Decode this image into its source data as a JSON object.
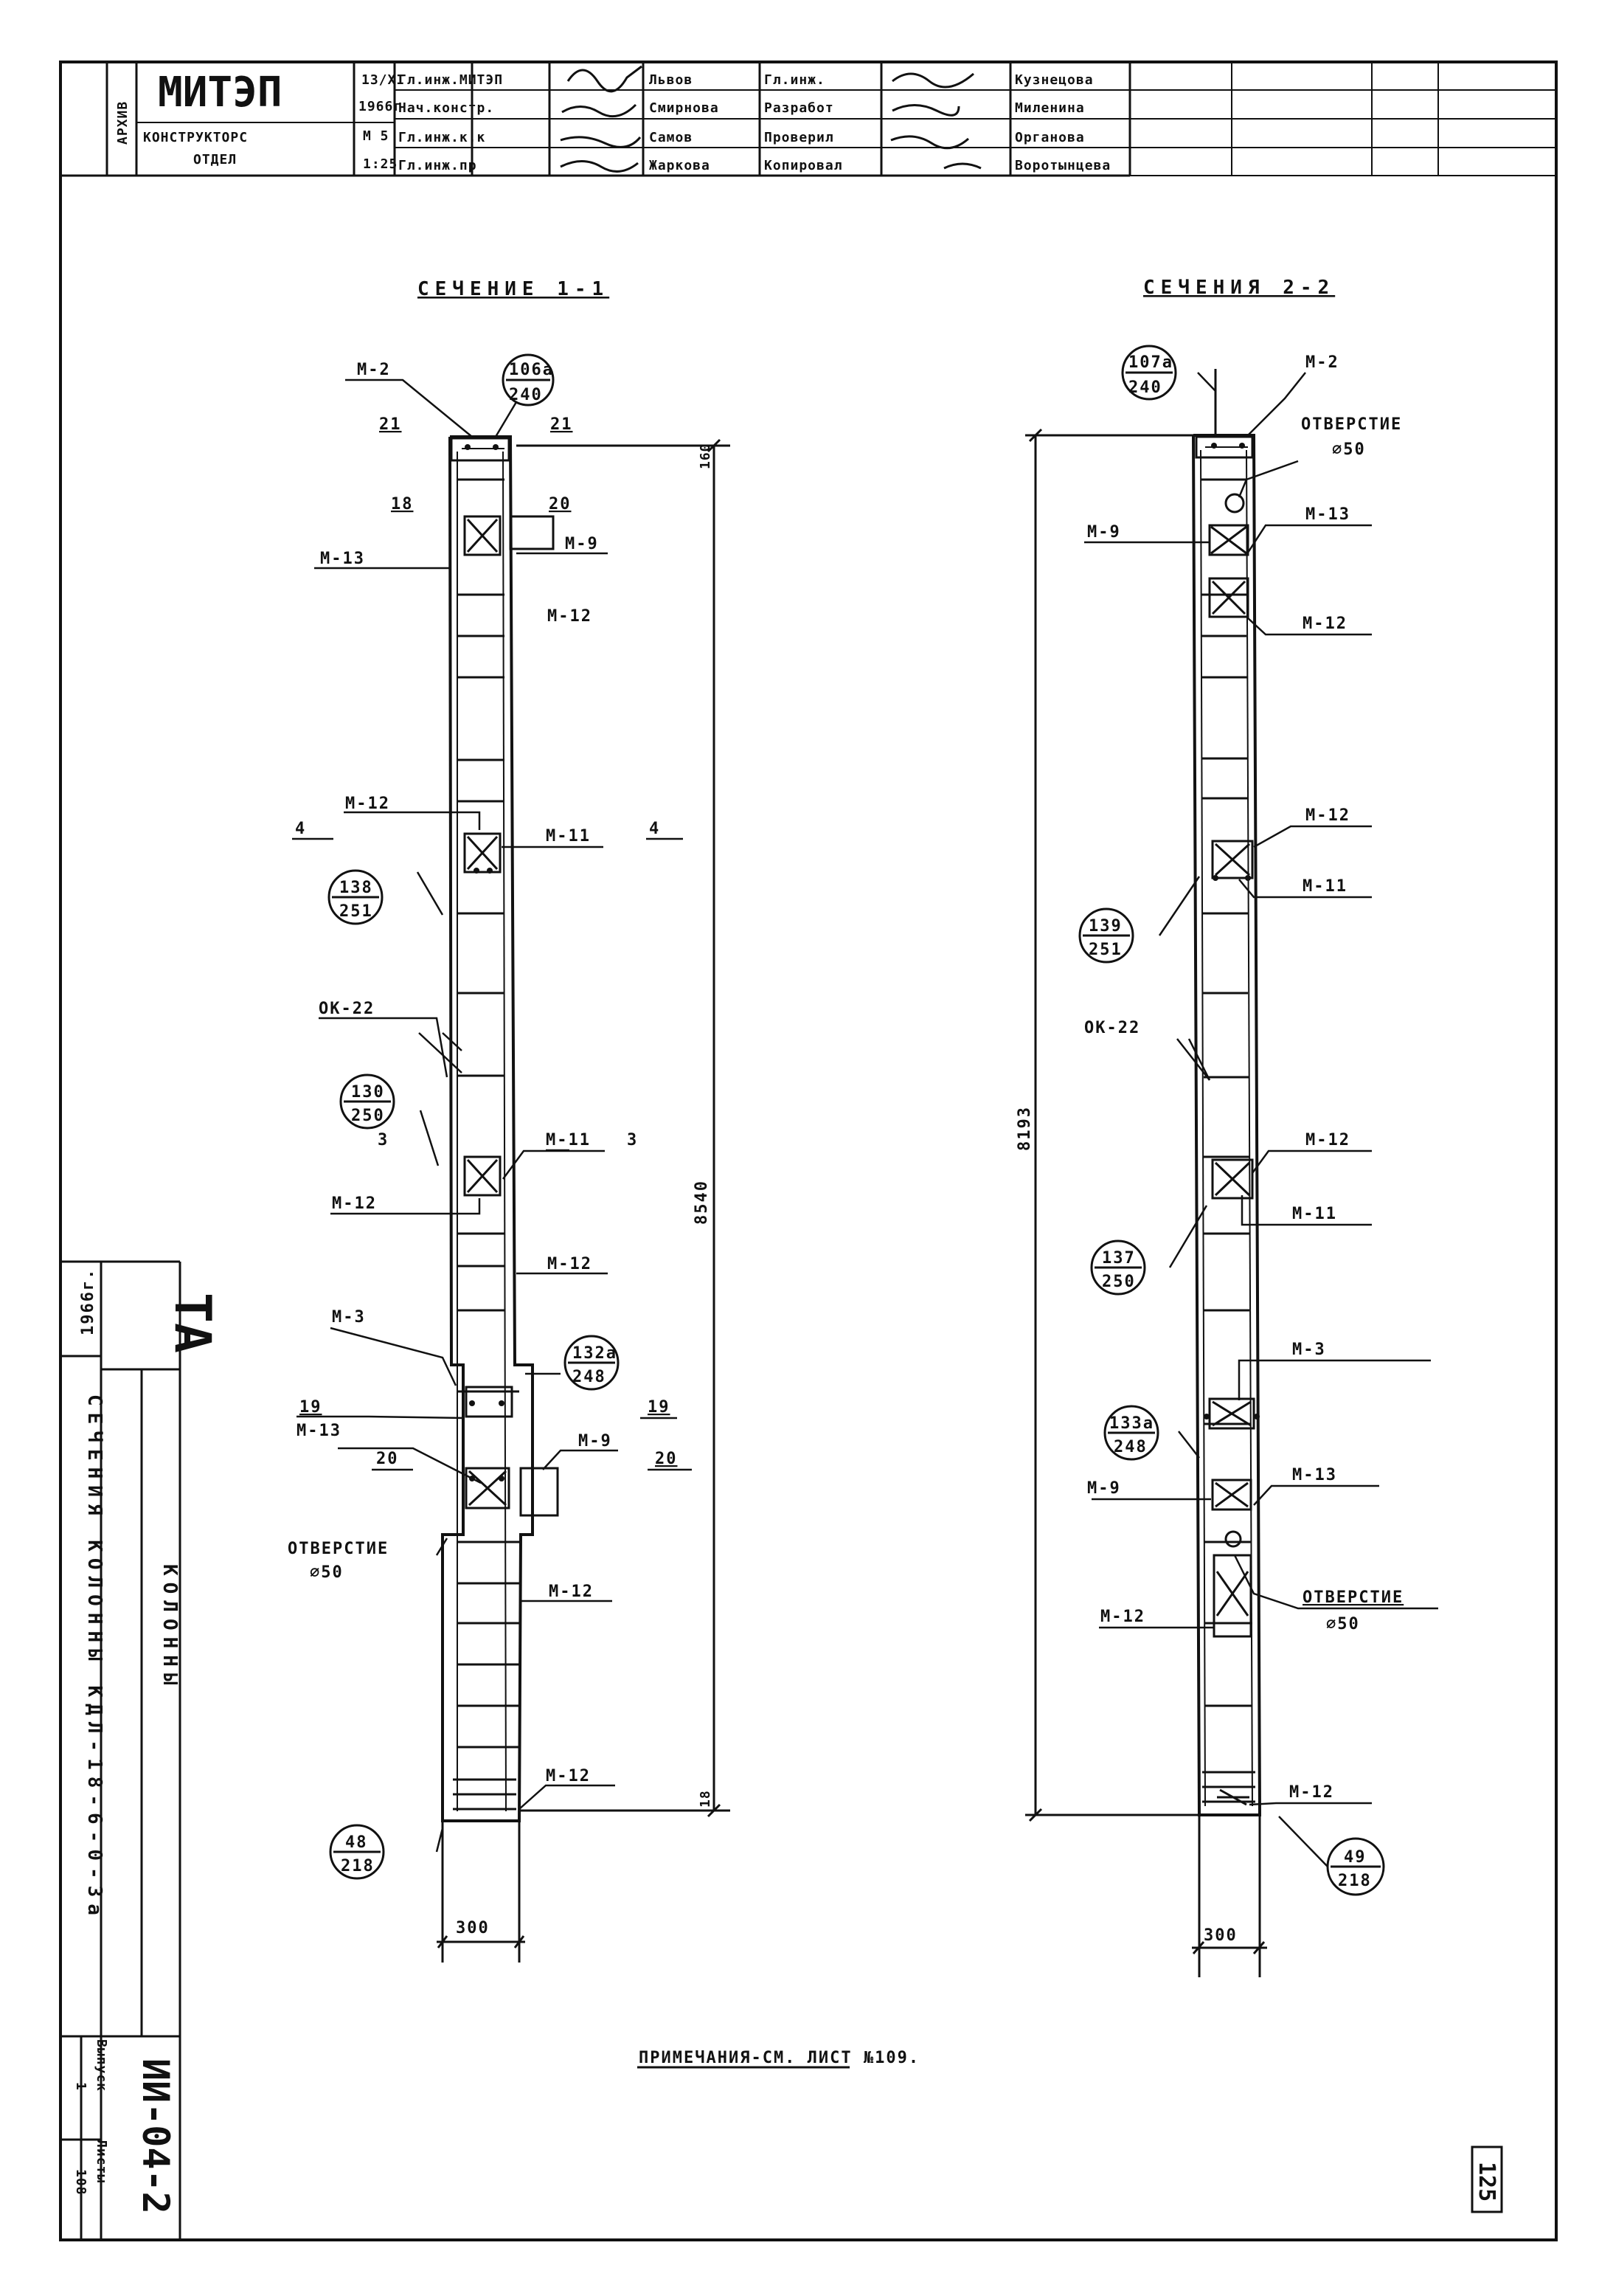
{
  "title_block": {
    "side_label": "АРХИВ",
    "org_name": "МИТЭП",
    "org_dept_1": "КОНСТРУКТОРС",
    "org_dept_2": "ОТДЕЛ",
    "date_1": "13/XI",
    "date_2": "1966г",
    "scale_1": "М 5",
    "scale_2": "1:25",
    "roles_left": [
      "Гл.инж.МИТЭП",
      "Нач.констр.",
      "Гл.инж.к.к",
      "Гл.инж.пр"
    ],
    "names_left": [
      "Львов",
      "Смирнова",
      "Самов",
      "Жаркова"
    ],
    "roles_right": [
      "Гл.инж.",
      "Разработ",
      "Проверил",
      "Копировал"
    ],
    "names_right": [
      "Кузнецова",
      "Миленина",
      "Органова",
      "Воротынцева"
    ]
  },
  "section_left": {
    "title": "СЕЧЕНИЕ 1-1",
    "height_dim": "8540",
    "top_dim": "160",
    "bottom_dim": "18",
    "width_dim": "300",
    "bubbles": [
      {
        "top": "106а",
        "bottom": "240"
      },
      {
        "top": "138",
        "bottom": "251"
      },
      {
        "top": "130",
        "bottom": "250"
      },
      {
        "top": "132а",
        "bottom": "248"
      },
      {
        "top": "48",
        "bottom": "218"
      }
    ],
    "labels": {
      "m2": "М-2",
      "m13_top": "М-13",
      "m9_top": "М-9",
      "m12_a": "М-12",
      "m12_b": "М-12",
      "m11_a": "М-11",
      "ok22": "ОК-22",
      "m11_b": "М-11",
      "m12_c": "М-12",
      "m12_d": "М-12",
      "m3": "М-3",
      "m13_bottom": "М-13",
      "m9_bottom": "М-9",
      "hole_word": "ОТВЕРСТИЕ",
      "hole_size": "⌀50",
      "m12_e": "М-12",
      "m12_f": "М-12"
    },
    "marks": {
      "n21_l": "21",
      "n21_r": "21",
      "n18": "18",
      "n20": "20",
      "n4_l": "4",
      "n4_r": "4",
      "n3_l": "3",
      "n3_r": "3",
      "n19_l": "19",
      "n19_r": "19",
      "n20_b_l": "20",
      "n20_b_r": "20"
    }
  },
  "section_right": {
    "title": "СЕЧЕНИЯ 2-2",
    "height_dim": "8193",
    "width_dim": "300",
    "bubbles": [
      {
        "top": "107а",
        "bottom": "240"
      },
      {
        "top": "139",
        "bottom": "251"
      },
      {
        "top": "137",
        "bottom": "250"
      },
      {
        "top": "133а",
        "bottom": "248"
      },
      {
        "top": "49",
        "bottom": "218"
      }
    ],
    "labels": {
      "m2": "М-2",
      "hole_word_top": "ОТВЕРСТИЕ",
      "hole_size_top": "⌀50",
      "m9_top": "М-9",
      "m13_top": "М-13",
      "m12_a": "М-12",
      "m12_b": "М-12",
      "m11_a": "М-11",
      "ok22": "ОК-22",
      "m12_c": "М-12",
      "m11_b": "М-11",
      "m3": "М-3",
      "m9_bottom": "М-9",
      "m13_bottom": "М-13",
      "hole_word_bottom": "ОТВЕРСТИЕ",
      "hole_size_bottom": "⌀50",
      "m12_d": "М-12",
      "m12_e": "М-12"
    }
  },
  "side_stamp": {
    "series_big": "ТА",
    "year": "1966г.",
    "title_line_1": "КОЛОННЫ",
    "title_line_2": "СЕЧЕНИЯ КОЛОННЫ КДЛ-18-6-0-3а",
    "code": "ИИ-04-2",
    "issue_label": "Выпуск",
    "issue_value": "1",
    "sheet_label": "Листы",
    "sheet_value": "108"
  },
  "note": "ПРИМЕЧАНИЯ-СМ. ЛИСТ №109.",
  "page_number": "125"
}
